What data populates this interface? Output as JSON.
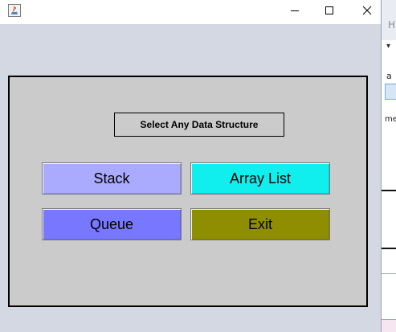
{
  "background_app": {
    "header_letter": "H",
    "chevron": "▾",
    "label_a": "a",
    "label_me": "me"
  },
  "window": {
    "title": "",
    "controls": {
      "minimize": "─",
      "maximize": "☐",
      "close": "✕"
    }
  },
  "panel": {
    "heading": "Select Any Data Structure",
    "buttons": {
      "stack": "Stack",
      "array_list": "Array List",
      "queue": "Queue",
      "exit": "Exit"
    }
  },
  "colors": {
    "stack": "#aaaaff",
    "array_list": "#11eeee",
    "queue": "#7777ff",
    "exit": "#8e8e00",
    "panel_bg": "#cbcbcb",
    "window_bg": "#d4d8e2"
  }
}
